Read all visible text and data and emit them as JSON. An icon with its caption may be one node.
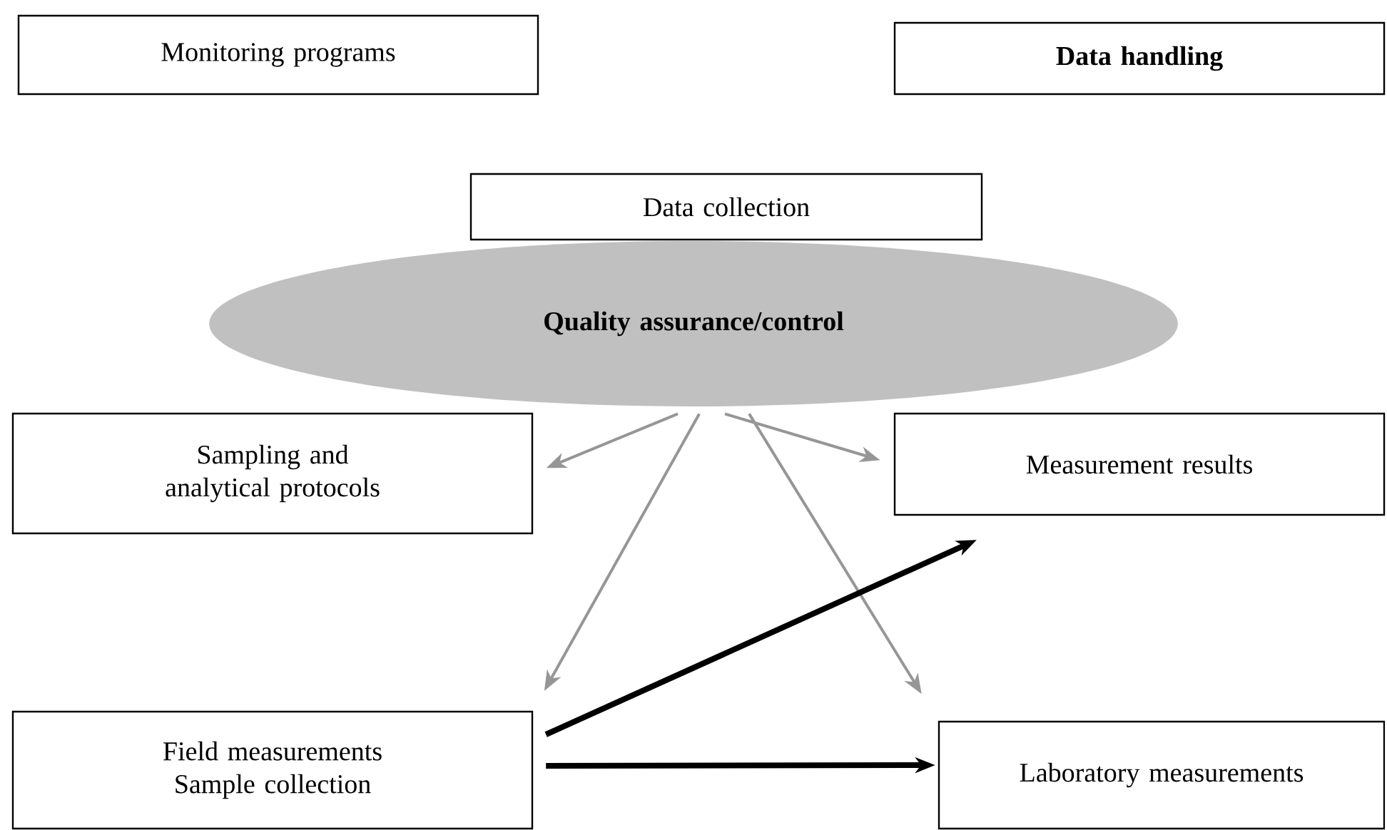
{
  "diagram": {
    "nodes": [
      {
        "text": [
          "Monitoring programs"
        ]
      },
      {
        "text": [
          "Data handling"
        ]
      },
      {
        "text": [
          "Data collection"
        ]
      },
      {
        "text": [
          "Quality assurance/control"
        ]
      },
      {
        "text": [
          "Sampling and analytical protocols"
        ]
      },
      {
        "text": [
          "Measurement results"
        ]
      },
      {
        "text": [
          "Field measurements",
          "Sample collection"
        ]
      },
      {
        "text": [
          "Laboratory measurements"
        ]
      }
    ],
    "edges": [
      {
        "from": 3,
        "to": 4,
        "arrow": "to"
      },
      {
        "from": 3,
        "to": 6,
        "arrow": "to"
      },
      {
        "from": 3,
        "to": 5,
        "arrow": "to"
      },
      {
        "from": 3,
        "to": 7,
        "arrow": "to"
      },
      {
        "from": 6,
        "to": 5,
        "arrow": "to",
        "style": "thick",
        "color": "#000000"
      },
      {
        "from": 6,
        "to": 7,
        "arrow": "to",
        "style": "thick",
        "color": "#000000"
      }
    ]
  }
}
